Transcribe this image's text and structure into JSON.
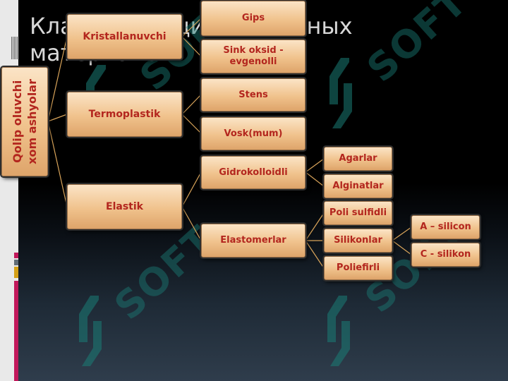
{
  "title": "Классификация оттискных материалов",
  "sidebar": {
    "swatch_colors": [
      "#c2185b",
      "#5f6b76",
      "#d4a017",
      "#c2185b"
    ]
  },
  "watermark": {
    "text": "SOFT",
    "color": "#1a7d76"
  },
  "tree": {
    "root": [
      "Qolip oluvchi",
      "xom ashyolar"
    ],
    "level1": {
      "kristall": "Kristallanuvchi",
      "termo": "Termoplastik",
      "elastik": "Elastik"
    },
    "level2": {
      "gips": "Gips",
      "sink": "Sink oksid - evgenolli",
      "stens": "Stens",
      "vosk": "Vosk(mum)",
      "gidro": "Gidrokolloidli",
      "elastomer": "Elastomerlar"
    },
    "level3": {
      "agarlar": "Agarlar",
      "alginatlar": "Alginatlar",
      "poli": "Poli sulfidli",
      "silikonlar": "Silikonlar",
      "poliefir": "Poliefirli"
    },
    "level4": {
      "a_silicon": "A – silicon",
      "c_silikon": "C -  silikon"
    }
  },
  "colors": {
    "box_text": "#b3261e",
    "connector": "#d9a45a"
  }
}
